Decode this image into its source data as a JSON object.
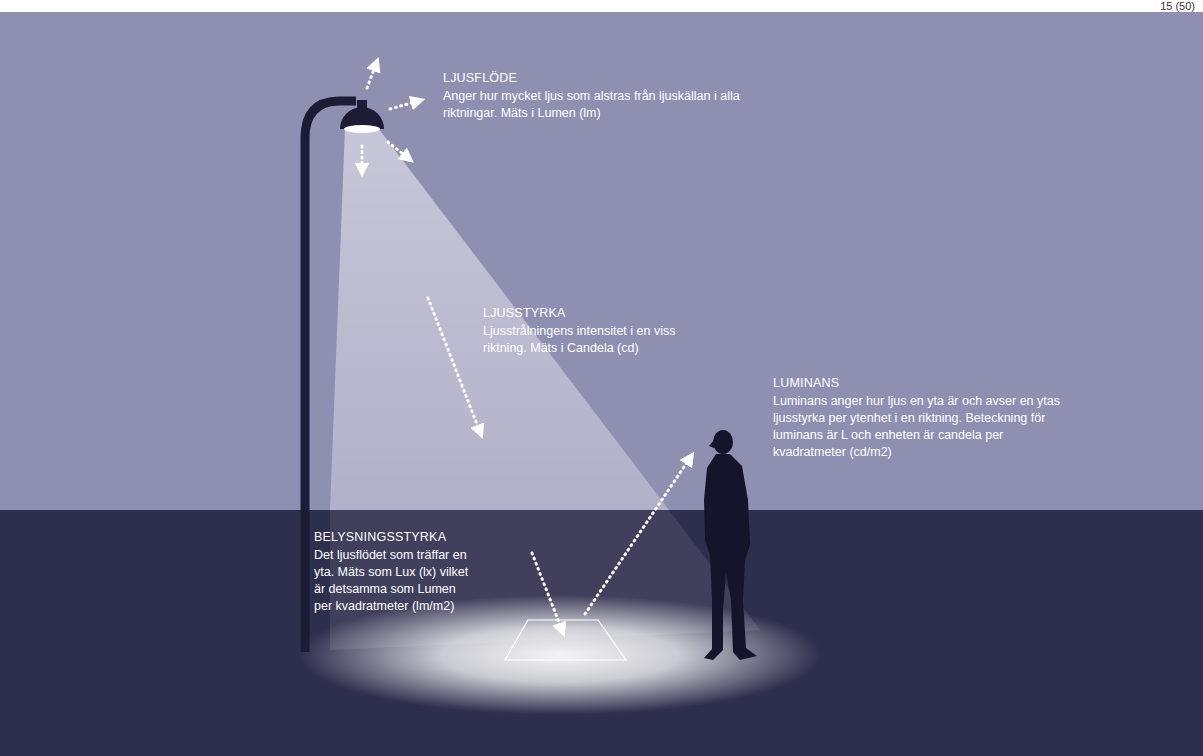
{
  "diagram": {
    "labels": [
      "15 (50)",
      "LJUSFLÖDE",
      "Anger hur mycket ljus som alstras från ljuskällan i alla riktningar. Mäts i Lumen (lm)",
      "LJUSSTYRKA",
      "Ljusstrålningens intensitet i en viss riktning. Mäts i Candela (cd)",
      "LUMINANS",
      "Luminans anger hur ljus en yta är och avser en ytas ljusstyrka per ytenhet i en riktning. Beteckning för luminans är L och enheten är candela per kvadratmeter (cd/m2)",
      "BELYSNINGSSTYRKA",
      "Det ljusflödet som träffar en yta. Mäts som Lux (lx) vilket är detsamma som Lumen per kvadratmeter (lm/m2)"
    ]
  }
}
